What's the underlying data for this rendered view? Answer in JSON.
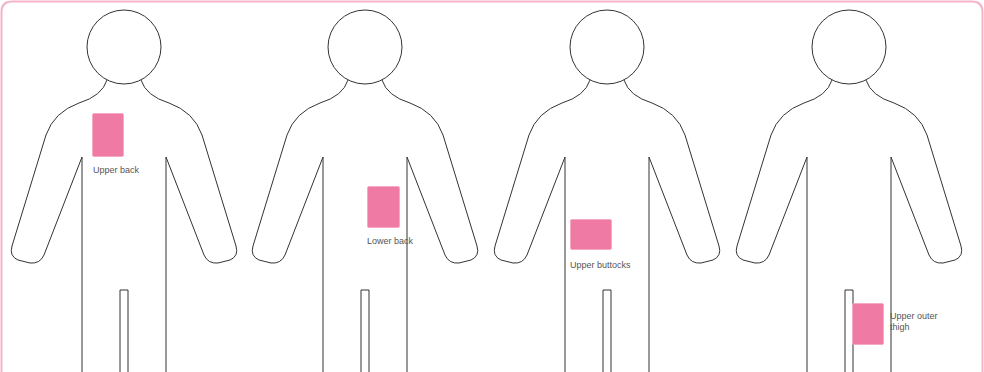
{
  "diagram": {
    "nodes": [
      {
        "text": [
          "Upper back"
        ]
      },
      {
        "text": [
          "Lower back"
        ]
      },
      {
        "text": [
          "Upper buttocks"
        ]
      },
      {
        "text": [
          "Upper outer thigh"
        ]
      }
    ]
  }
}
